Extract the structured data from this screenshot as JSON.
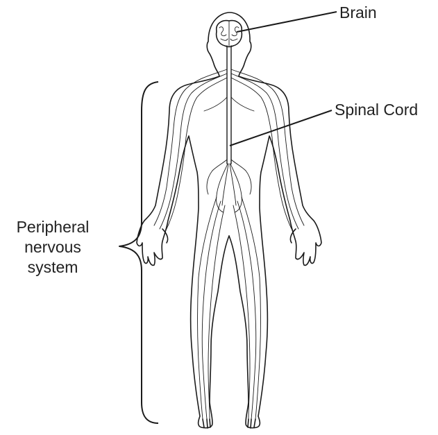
{
  "labels": {
    "brain": "Brain",
    "spinal_cord": "Spinal Cord",
    "peripheral_line1": "Peripheral",
    "peripheral_line2": "nervous",
    "peripheral_line3": "system"
  }
}
